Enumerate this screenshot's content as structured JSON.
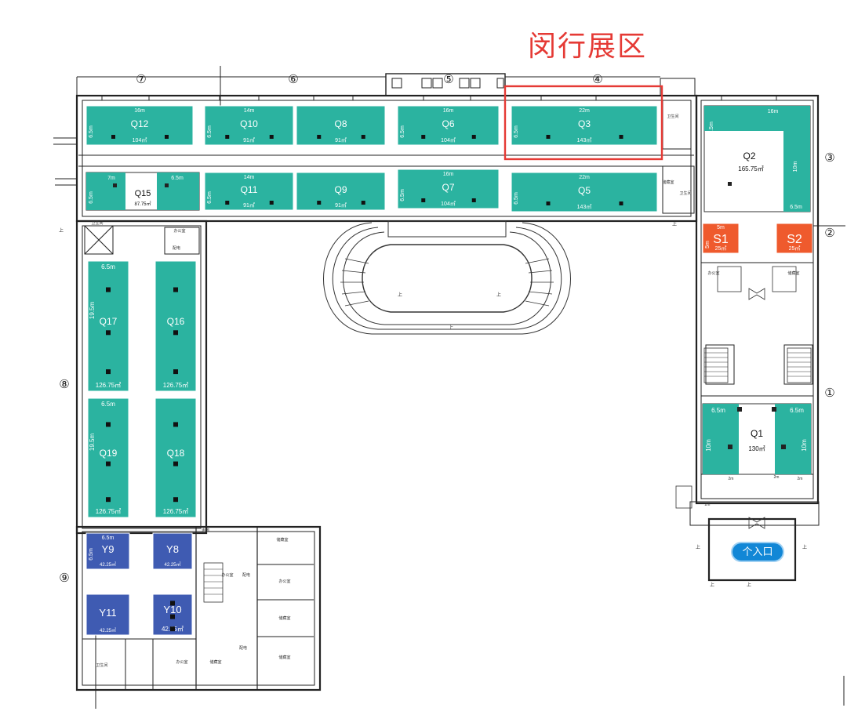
{
  "title": "闵行展区",
  "entrance_label": "个入口",
  "colors": {
    "teal": "#2bb3a0",
    "blue": "#3f5bb2",
    "orange": "#ef5a2d",
    "highlight": "#e53a35",
    "wall": "#222222"
  },
  "axis_labels": [
    "⑦",
    "⑥",
    "⑤",
    "④",
    "③",
    "②",
    "①",
    "⑧",
    "⑨"
  ],
  "rooms": [
    {
      "id": "Q12",
      "color": "teal",
      "width": "16m",
      "depth": "6.5m",
      "area": "104㎡"
    },
    {
      "id": "Q10",
      "color": "teal",
      "width": "14m",
      "depth": "6.5m",
      "area": "91㎡"
    },
    {
      "id": "Q8",
      "color": "teal",
      "width": "",
      "depth": "",
      "area": "91㎡"
    },
    {
      "id": "Q6",
      "color": "teal",
      "width": "16m",
      "depth": "6.5m",
      "area": "104㎡"
    },
    {
      "id": "Q3",
      "color": "teal",
      "width": "22m",
      "depth": "6.5m",
      "area": "143㎡"
    },
    {
      "id": "Q15",
      "color": "white",
      "width": "7m",
      "depth": "6.5m",
      "area": "87.75㎡",
      "width2": "6.5m"
    },
    {
      "id": "Q11",
      "color": "teal",
      "width": "14m",
      "depth": "6.5m",
      "area": "91㎡"
    },
    {
      "id": "Q9",
      "color": "teal",
      "width": "",
      "depth": "",
      "area": "91㎡"
    },
    {
      "id": "Q7",
      "color": "teal",
      "width": "16m",
      "depth": "6.5m",
      "area": "104㎡"
    },
    {
      "id": "Q5",
      "color": "teal",
      "width": "22m",
      "depth": "6.5m",
      "area": "143㎡"
    },
    {
      "id": "Q2",
      "color": "white",
      "width": "16m",
      "depth": "10m",
      "area": "165.75㎡",
      "width2": "6.5m",
      "depth2": "6.5m"
    },
    {
      "id": "S1",
      "color": "orange",
      "width": "5m",
      "depth": "5m",
      "area": "25㎡"
    },
    {
      "id": "S2",
      "color": "orange",
      "width": "",
      "depth": "",
      "area": "25㎡"
    },
    {
      "id": "Q17",
      "color": "teal",
      "width": "6.5m",
      "depth": "19.5m",
      "area": "126.75㎡"
    },
    {
      "id": "Q16",
      "color": "teal",
      "width": "",
      "depth": "",
      "area": "126.75㎡"
    },
    {
      "id": "Q19",
      "color": "teal",
      "width": "6.5m",
      "depth": "19.5m",
      "area": "126.75㎡"
    },
    {
      "id": "Q18",
      "color": "teal",
      "width": "",
      "depth": "",
      "area": "126.75㎡"
    },
    {
      "id": "Q1",
      "color": "white",
      "width": "6.5m",
      "depth": "10m",
      "area": "130㎡",
      "width2": "6.5m",
      "depth2": "10m"
    },
    {
      "id": "Y9",
      "color": "blue",
      "width": "6.5m",
      "depth": "6.5m",
      "area": "42.25㎡"
    },
    {
      "id": "Y8",
      "color": "blue",
      "width": "",
      "depth": "",
      "area": "42.25㎡"
    },
    {
      "id": "Y11",
      "color": "blue",
      "width": "",
      "depth": "",
      "area": "42.25㎡"
    },
    {
      "id": "Y10",
      "color": "blue",
      "width": "",
      "depth": "",
      "area": "42.25㎡"
    }
  ],
  "small_labels": {
    "size": "2m",
    "up": "上",
    "wc": "卫生间",
    "office": "办公室",
    "store": "储藏室",
    "elec": "配电",
    "corridor": "走廊"
  }
}
